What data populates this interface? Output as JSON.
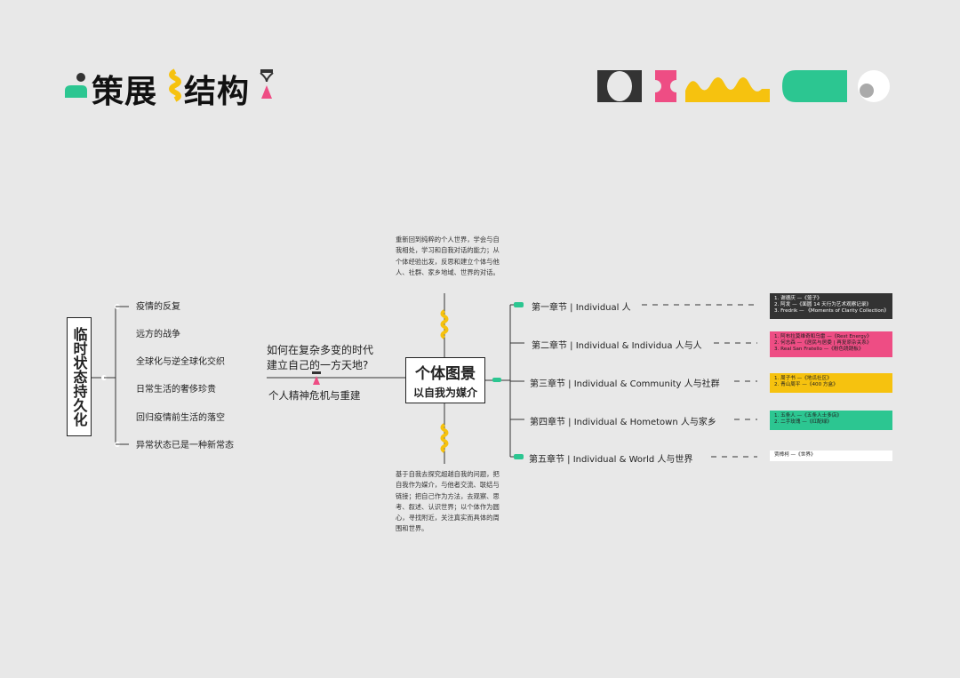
{
  "header": {
    "title_part1": "策展",
    "title_part2": "结构",
    "colors": {
      "green": "#2cc691",
      "yellow": "#f6c20f",
      "pink": "#ee4d84",
      "dark": "#333333"
    }
  },
  "left_theme": "临时状态持久化",
  "left_items": [
    "疫情的反复",
    "远方的战争",
    "全球化与逆全球化交织",
    "日常生活的奢侈珍贵",
    "回归疫情前生活的落空",
    "异常状态已是一种新常态"
  ],
  "question": {
    "line1": "如何在复杂多变的时代",
    "line2": "建立自己的一方天地?"
  },
  "crisis": "个人精神危机与重建",
  "center": {
    "main": "个体图景",
    "sub": "以自我为媒介"
  },
  "top_paragraph": "重新回到纯粹的个人世界，学会与自我相处，学习和自我对话的能力；从个体经验出发，反思和建立个体与他人、社群、家乡地域、世界的对话。",
  "bottom_paragraph": "基于自我去探究超越自我的问题，把自我作为媒介，与他者交流、联结与链接；把自己作为方法，去观察、思考、叙述、认识世界；以个体作为圆心，寻找附近，关注真实而具体的周围和世界。",
  "chapters": [
    {
      "label": "第一章节 | Individual 人",
      "color": "#333333",
      "works": [
        "1. 谢德庆 —《笼子》",
        "2. 阿发 —《面圆 14 天行为艺术观察记录》",
        "3. Fredrik — 《Moments of Clarity Collection》"
      ]
    },
    {
      "label": "第二章节 | Individual & Individua 人与人",
      "color": "#ee4d84",
      "works": [
        "1. 阿布拉莫维奇和乌雷 —《Rest Energy》",
        "2. 何志森 —《居民与居委 | 再复原杂关系》",
        "3. Real San Fratello —《粉色跷跷板》"
      ]
    },
    {
      "label": "第三章节 | Individual & Community 人与社群",
      "color": "#f6c20f",
      "works": [
        "1. 周子书 —《地瓜社区》",
        "2. 青山周平 —《400 方盒》"
      ]
    },
    {
      "label": "第四章节 | Individual & Hometown 人与家乡",
      "color": "#2cc691",
      "works": [
        "1. 五条人 —《五条人士多店》",
        "2. 二手玫瑰 —《红配绿》"
      ]
    },
    {
      "label": "第五章节 | Individual & World 人与世界",
      "color": "#ffffff",
      "works": [
        "贾樟柯 —《世界》"
      ]
    }
  ]
}
